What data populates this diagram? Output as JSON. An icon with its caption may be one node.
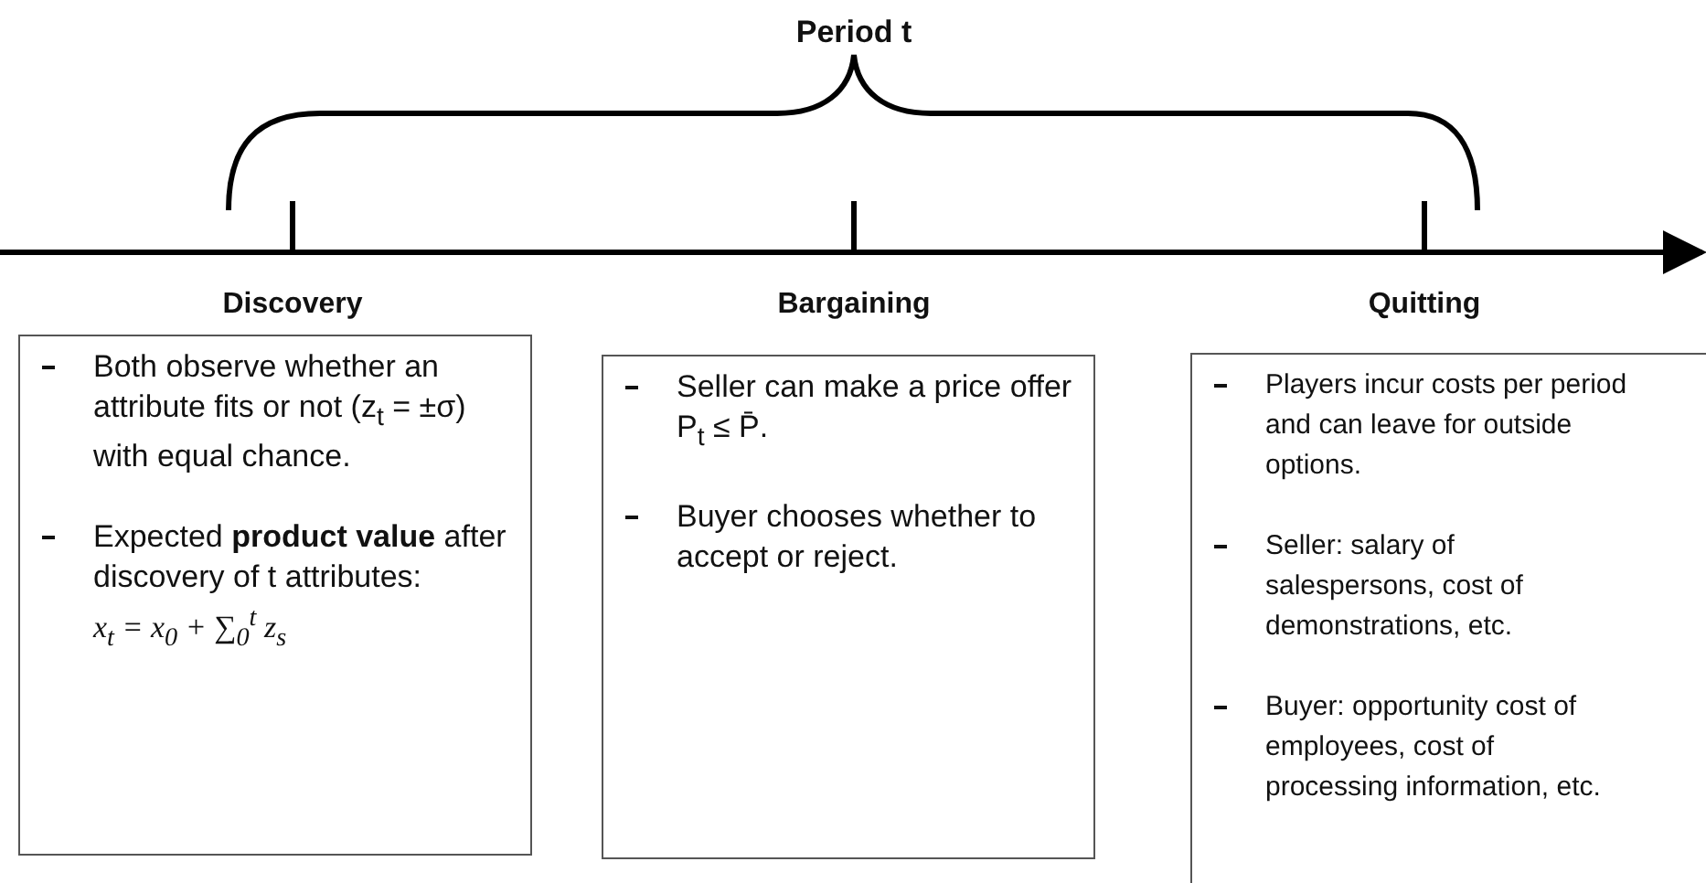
{
  "diagram": {
    "title": "Period t",
    "nodes": [
      {
        "text": [
          "Discovery",
          "Both observe whether an attribute fits or not (z$_{t}$ = ±σ) with equal chance.",
          "Expected **product value** after discovery of t attributes:",
          "x$_{t}$ = x$_{0}$ + ∑$_{0}$$^{t}$ z$_{s}$"
        ]
      },
      {
        "text": [
          "Bargaining",
          "Seller can make a price offer P$_{t}$ ≤ P̄.",
          "Buyer chooses whether to accept or reject."
        ]
      },
      {
        "text": [
          "Quitting",
          "Players incur costs per period and can leave for outside options.",
          "Seller: salary of salespersons, cost of demonstrations, etc.",
          "Buyer: opportunity cost of employees, cost of processing information, etc."
        ]
      }
    ]
  }
}
